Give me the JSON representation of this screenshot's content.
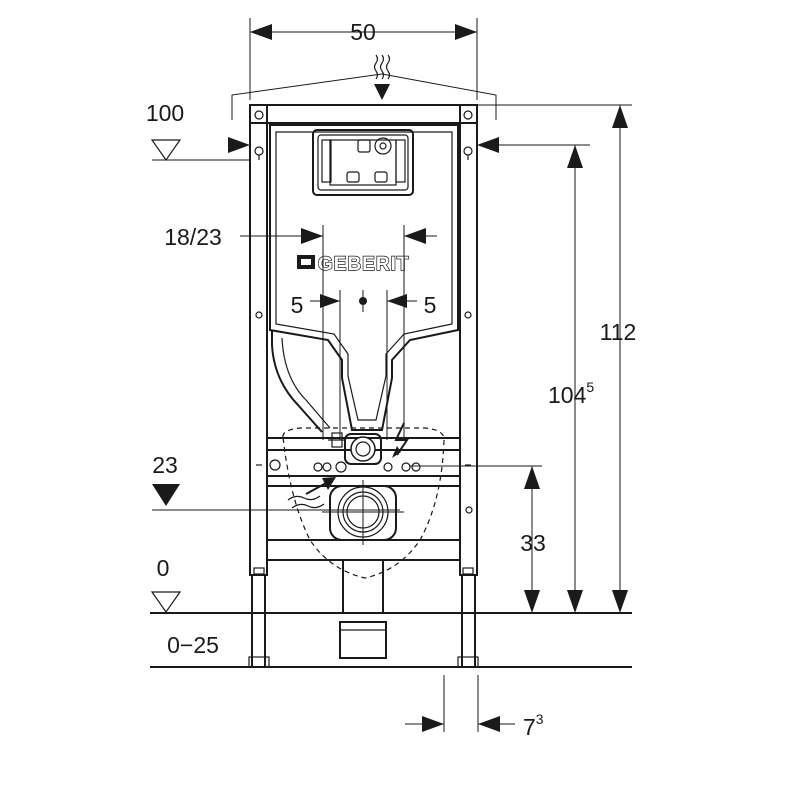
{
  "brand": {
    "logo_text": "GEBERIT"
  },
  "dimensions": {
    "width": "50",
    "top_level": "100",
    "center_spacing": "18/23",
    "offset_left": "5",
    "offset_right": "5",
    "height_total": "112",
    "height_frame_main": "104",
    "height_frame_sup": "5",
    "level_outlet": "23",
    "height_outlet": "33",
    "level_floor": "0",
    "floor_range": "0−25",
    "foot_width_main": "7",
    "foot_width_sup": "3"
  },
  "icons": [
    "wavy-lines-icon",
    "lightning-icon",
    "flush-arrow-icon"
  ],
  "colors": {
    "line": "#1a1a1a",
    "background": "#ffffff"
  }
}
